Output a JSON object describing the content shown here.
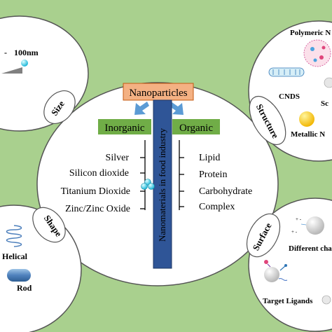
{
  "center": {
    "nanoparticles_label": "Nanoparticles",
    "inorganic_label": "Inorganic",
    "organic_label": "Organic",
    "vertical_bar_label": "Nanomaterials in food industry",
    "inorganic_items": [
      "Silver",
      "Silicon dioxide",
      "Titanium Dioxide",
      "Zinc/Zinc Oxide"
    ],
    "organic_items": [
      "Lipid",
      "Protein",
      "Carbohydrate",
      "Complex"
    ]
  },
  "size_panel": {
    "tag": "Size",
    "scale_prefix": "-",
    "scale_value": "100nm"
  },
  "shape_panel": {
    "tag": "Shape",
    "helical_label": "Helical",
    "rod_label": "Rod"
  },
  "structure_panel": {
    "tag": "Structure",
    "polymeric_label": "Polymeric N",
    "cnds_label": "CNDS",
    "partial_label": "Sc",
    "metallic_label": "Metallic N"
  },
  "surface_panel": {
    "tag": "Surface",
    "different_label": "Different cha",
    "target_label": "Target Ligands"
  },
  "colors": {
    "background": "#a9d08e",
    "nanoparticles_box": "#f4b183",
    "category_box": "#70ad47",
    "vertical_bar": "#2f5597",
    "arrow": "#5b9bd5"
  }
}
